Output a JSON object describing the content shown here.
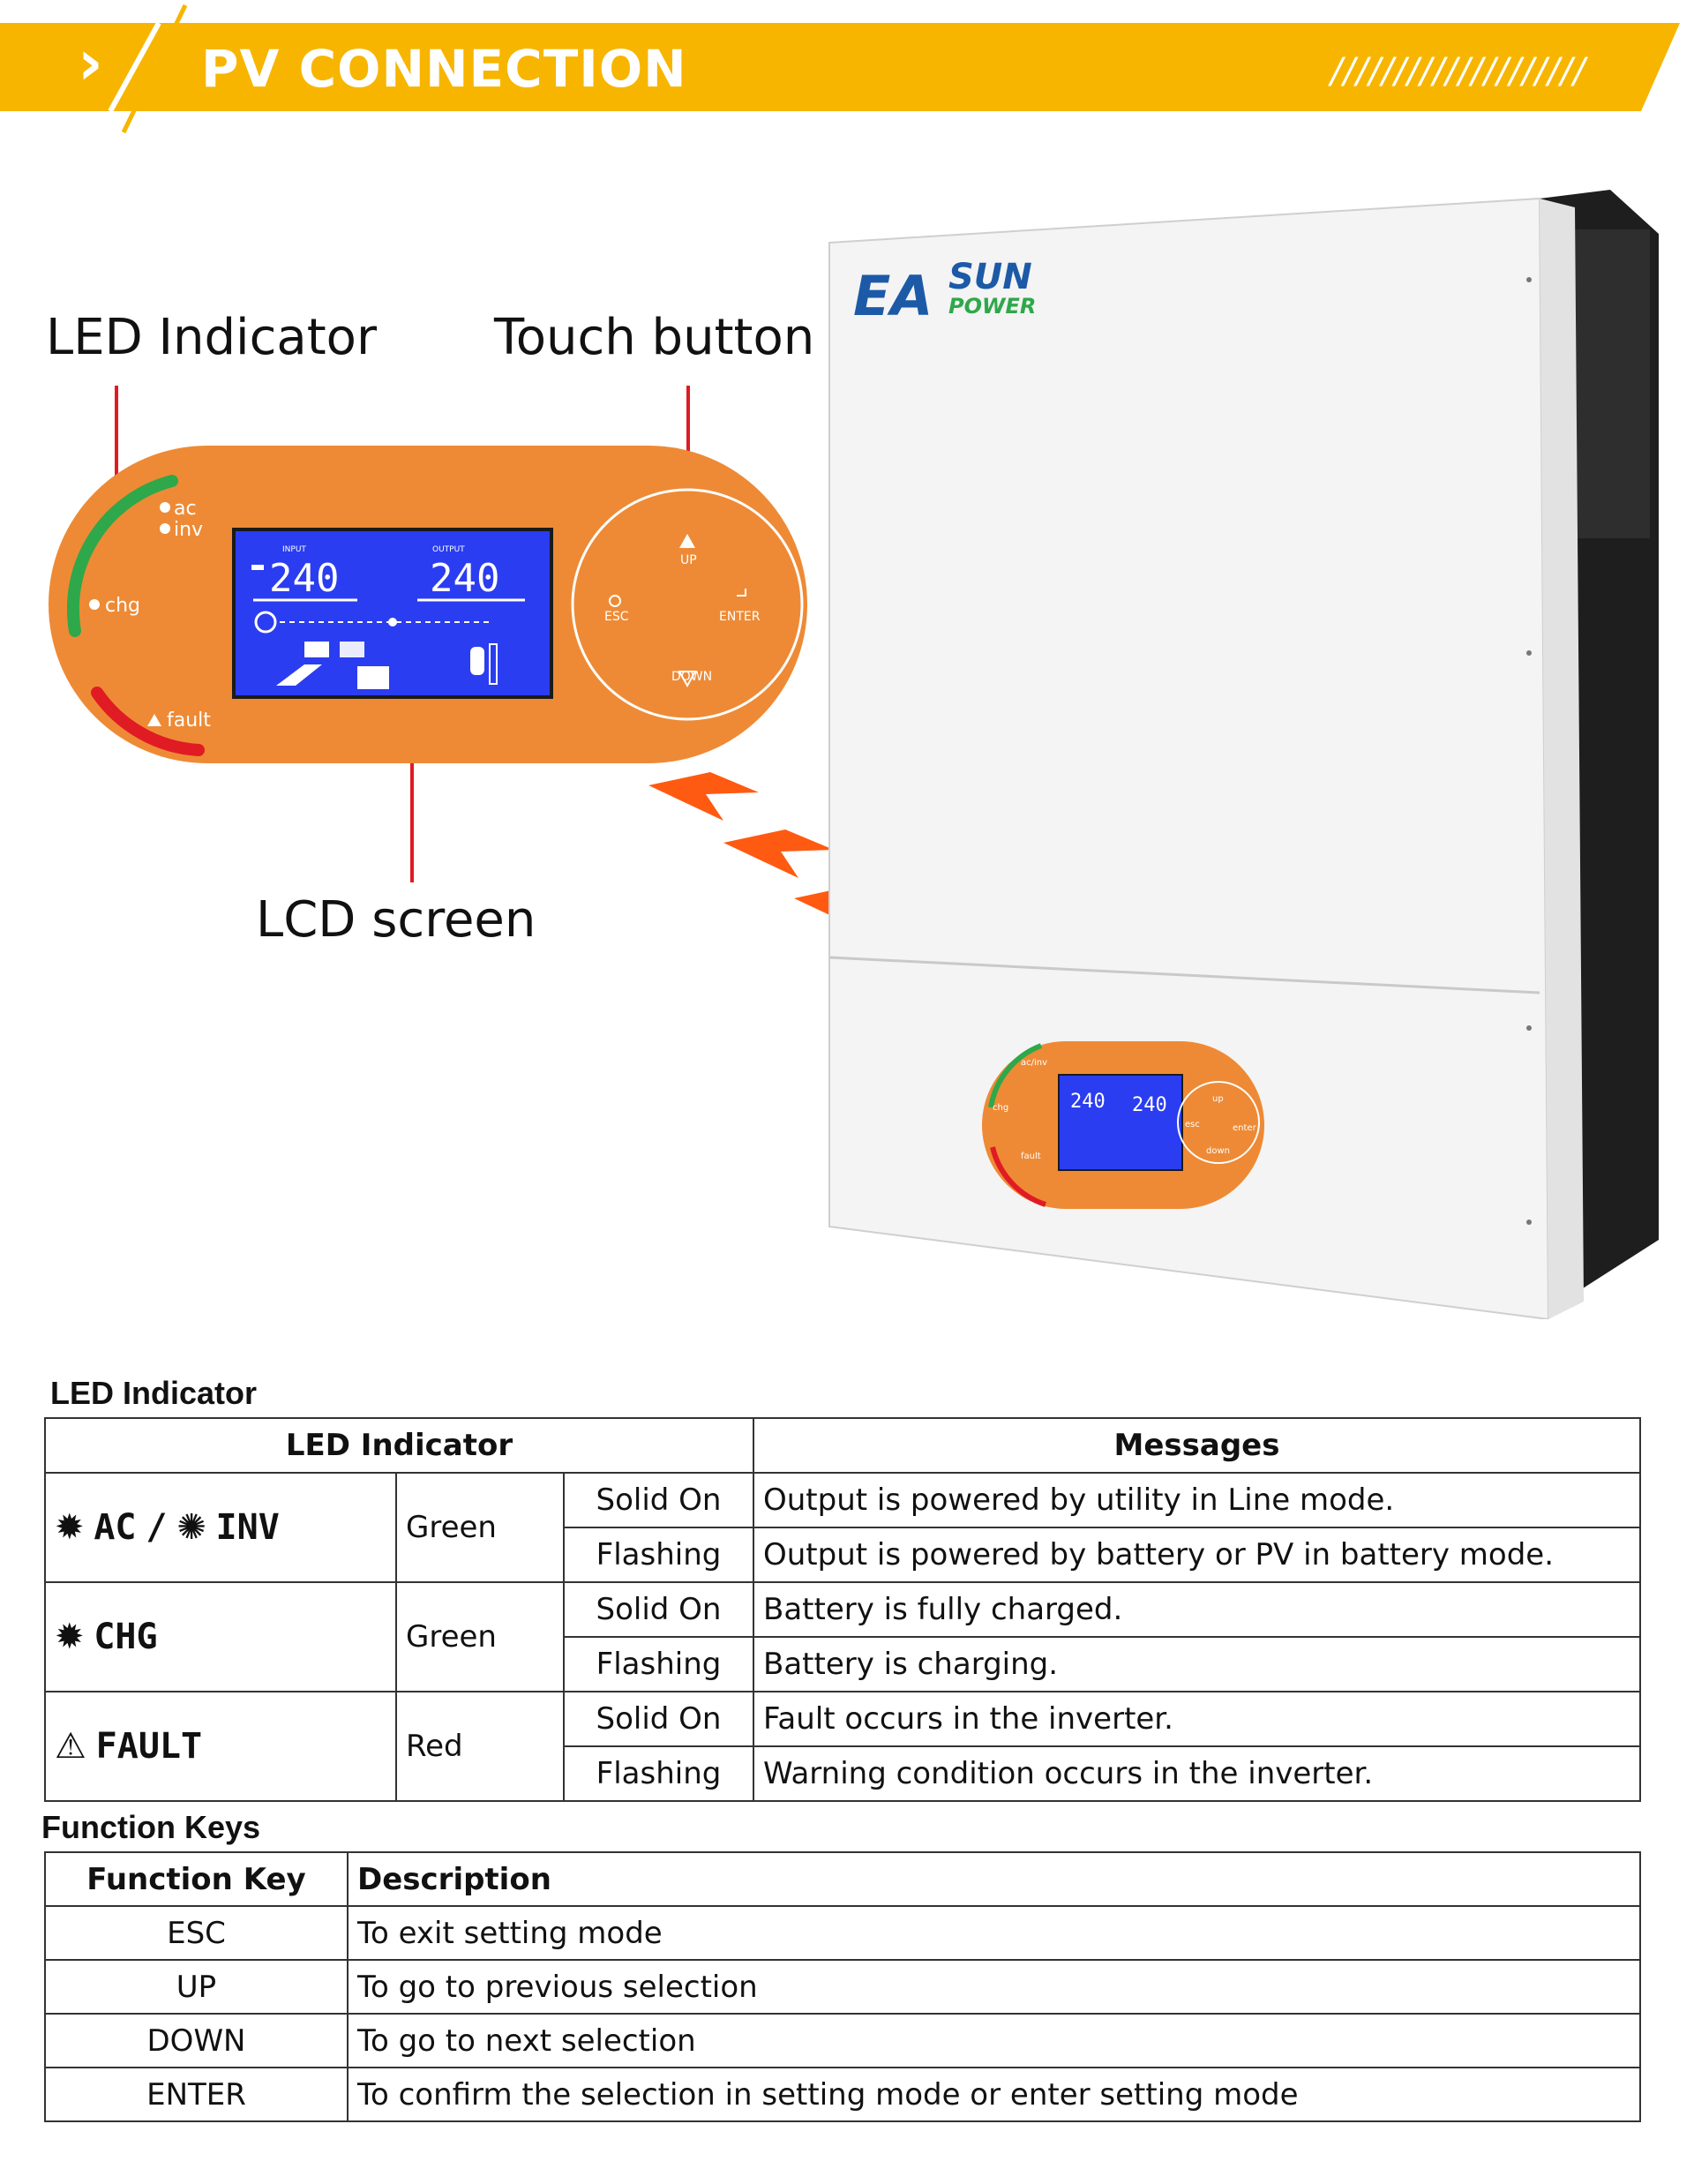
{
  "header": {
    "title": "PV CONNECTION",
    "chevron": "›",
    "hatch": "////////////////////"
  },
  "callouts": {
    "led": "LED Indicator",
    "touch": "Touch button",
    "lcd": "LCD screen"
  },
  "panel": {
    "led_labels": {
      "ac": "ac",
      "inv": "inv",
      "chg": "chg",
      "fault": "fault"
    },
    "lcd": {
      "input_label": "INPUT",
      "output_label": "OUTPUT",
      "input_value": "240",
      "output_value": "240"
    },
    "buttons": {
      "up": "UP",
      "esc": "ESC",
      "enter": "ENTER",
      "down": "DOWN"
    }
  },
  "small_panel": {
    "led_labels": {
      "acinv": "ac/inv",
      "chg": "chg",
      "fault": "fault"
    },
    "lcd": {
      "input_value": "240",
      "output_value": "240"
    },
    "buttons": {
      "up": "up",
      "esc": "esc",
      "enter": "enter",
      "down": "down"
    }
  },
  "brand": {
    "logo_main": "EA",
    "logo_sun": "SUN",
    "logo_power": "POWER"
  },
  "led_section": {
    "heading": "LED Indicator",
    "col_indicator": "LED Indicator",
    "col_messages": "Messages",
    "rows": [
      {
        "name": "AC",
        "name2": "INV",
        "color": "Green",
        "states": [
          {
            "state": "Solid On",
            "message": "Output is powered by utility in Line mode."
          },
          {
            "state": "Flashing",
            "message": "Output is powered by battery or PV in battery mode."
          }
        ]
      },
      {
        "name": "CHG",
        "color": "Green",
        "states": [
          {
            "state": "Solid On",
            "message": "Battery is fully charged."
          },
          {
            "state": "Flashing",
            "message": "Battery is charging."
          }
        ]
      },
      {
        "name": "FAULT",
        "color": "Red",
        "states": [
          {
            "state": "Solid On",
            "message": "Fault occurs in the inverter."
          },
          {
            "state": "Flashing",
            "message": "Warning condition occurs in the inverter."
          }
        ]
      }
    ]
  },
  "keys_section": {
    "heading": "Function Keys",
    "col_key": "Function Key",
    "col_desc": "Description",
    "rows": [
      {
        "key": "ESC",
        "desc": "To exit setting mode"
      },
      {
        "key": "UP",
        "desc": "To go to previous selection"
      },
      {
        "key": "DOWN",
        "desc": "To go to next selection"
      },
      {
        "key": "ENTER",
        "desc": "To confirm the selection in setting mode or enter setting mode"
      }
    ]
  },
  "colors": {
    "banner": "#f7b500",
    "panel_orange": "#ee8a35",
    "lcd_blue": "#2b3df0",
    "led_green": "#2ea84a",
    "led_red": "#e01b24",
    "arrow": "#ff5a12"
  }
}
